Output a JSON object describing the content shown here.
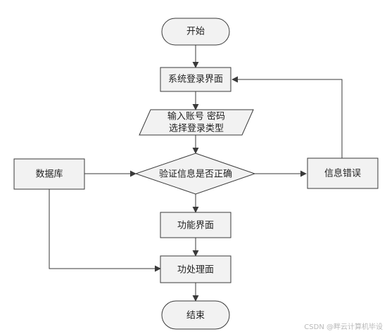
{
  "colors": {
    "background": "#ffffff",
    "node_fill": "#f2f2f2",
    "node_stroke": "#3a3a3a",
    "connector": "#3a3a3a",
    "text": "#222222",
    "watermark": "#b9b9b9"
  },
  "nodes": {
    "start": "开始",
    "login_page": "系统登录界面",
    "input_line1": "输入账号 密码",
    "input_line2": "选择登录类型",
    "database": "数据库",
    "verify": "验证信息是否正确",
    "error": "信息错误",
    "function_page": "功能界面",
    "process": "功处理面",
    "end": "结束"
  },
  "watermark": "CSDN @畔云计算机毕设"
}
